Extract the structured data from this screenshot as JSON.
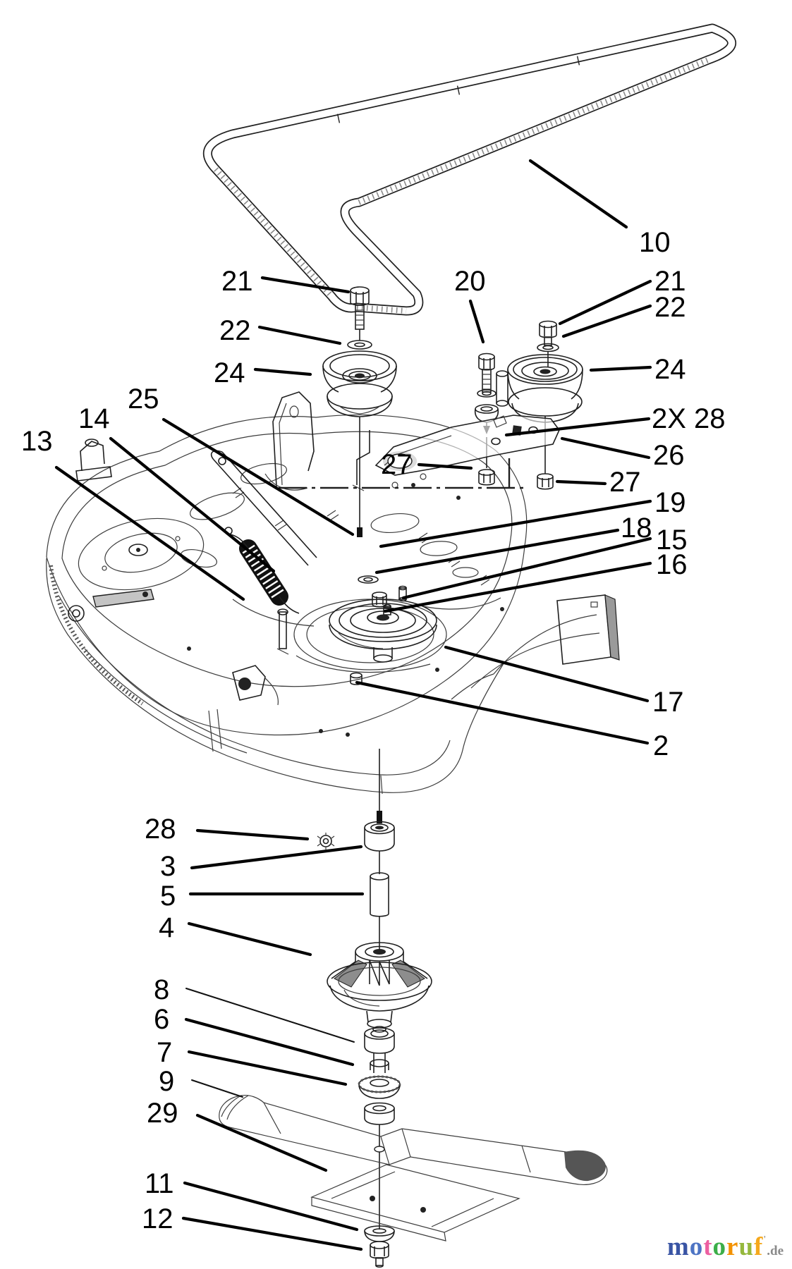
{
  "figure": {
    "type": "exploded-parts-diagram",
    "subject": "mower deck / spindle / idler pulley assembly",
    "ink_color": "#1f1f1f",
    "background_color": "#ffffff"
  },
  "callouts": [
    {
      "text": "10"
    },
    {
      "text": "21"
    },
    {
      "text": "22"
    },
    {
      "text": "24"
    },
    {
      "text": "20"
    },
    {
      "text": "21"
    },
    {
      "text": "22"
    },
    {
      "text": "24"
    },
    {
      "text": "2X 28"
    },
    {
      "text": "26"
    },
    {
      "text": "27"
    },
    {
      "text": "27"
    },
    {
      "text": "19"
    },
    {
      "text": "18"
    },
    {
      "text": "15"
    },
    {
      "text": "16"
    },
    {
      "text": "25"
    },
    {
      "text": "14"
    },
    {
      "text": "13"
    },
    {
      "text": "17"
    },
    {
      "text": "2"
    },
    {
      "text": "28"
    },
    {
      "text": "3"
    },
    {
      "text": "5"
    },
    {
      "text": "4"
    },
    {
      "text": "8"
    },
    {
      "text": "6"
    },
    {
      "text": "7"
    },
    {
      "text": "9"
    },
    {
      "text": "29"
    },
    {
      "text": "11"
    },
    {
      "text": "12"
    }
  ],
  "watermark": {
    "letters": [
      {
        "ch": "m",
        "color": "#3954a4"
      },
      {
        "ch": "o",
        "color": "#4d74c4"
      },
      {
        "ch": "t",
        "color": "#ec5fa1"
      },
      {
        "ch": "o",
        "color": "#3cae49"
      },
      {
        "ch": "r",
        "color": "#f39200"
      },
      {
        "ch": "u",
        "color": "#95b83d"
      },
      {
        "ch": "f",
        "color": "#f5a81c"
      }
    ],
    "tm": "'",
    "tm_color": "#9a9a9a",
    "suffix": ".de",
    "suffix_color": "#8a8a8a"
  }
}
